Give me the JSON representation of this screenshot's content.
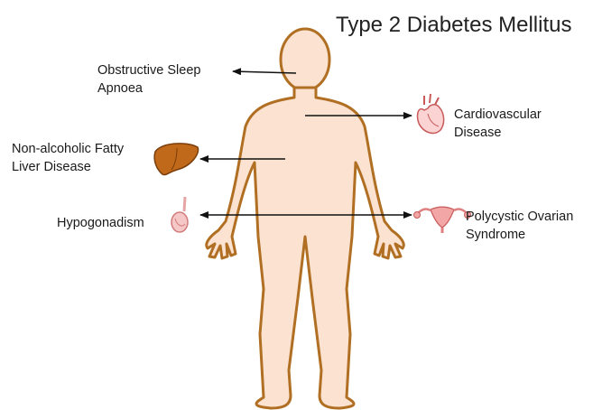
{
  "title": "Type 2 Diabetes Mellitus",
  "colors": {
    "body_fill": "#fbe2d1",
    "body_outline": "#b06f22",
    "arrow": "#111111",
    "liver": "#c0691a",
    "organ_pink": "#f2a6a6"
  },
  "conditions": {
    "osa": {
      "line1": "Obstructive Sleep",
      "line2": "Apnoea",
      "icon": "none"
    },
    "nafld": {
      "line1": "Non-alcoholic Fatty",
      "line2": "Liver Disease",
      "icon": "liver-icon"
    },
    "hypogonadism": {
      "line1": "Hypogonadism",
      "icon": "testis-icon"
    },
    "cvd": {
      "line1": "Cardiovascular",
      "line2": "Disease",
      "icon": "heart-icon"
    },
    "pcos": {
      "line1": "Polycystic Ovarian",
      "line2": "Syndrome",
      "icon": "uterus-icon"
    }
  }
}
